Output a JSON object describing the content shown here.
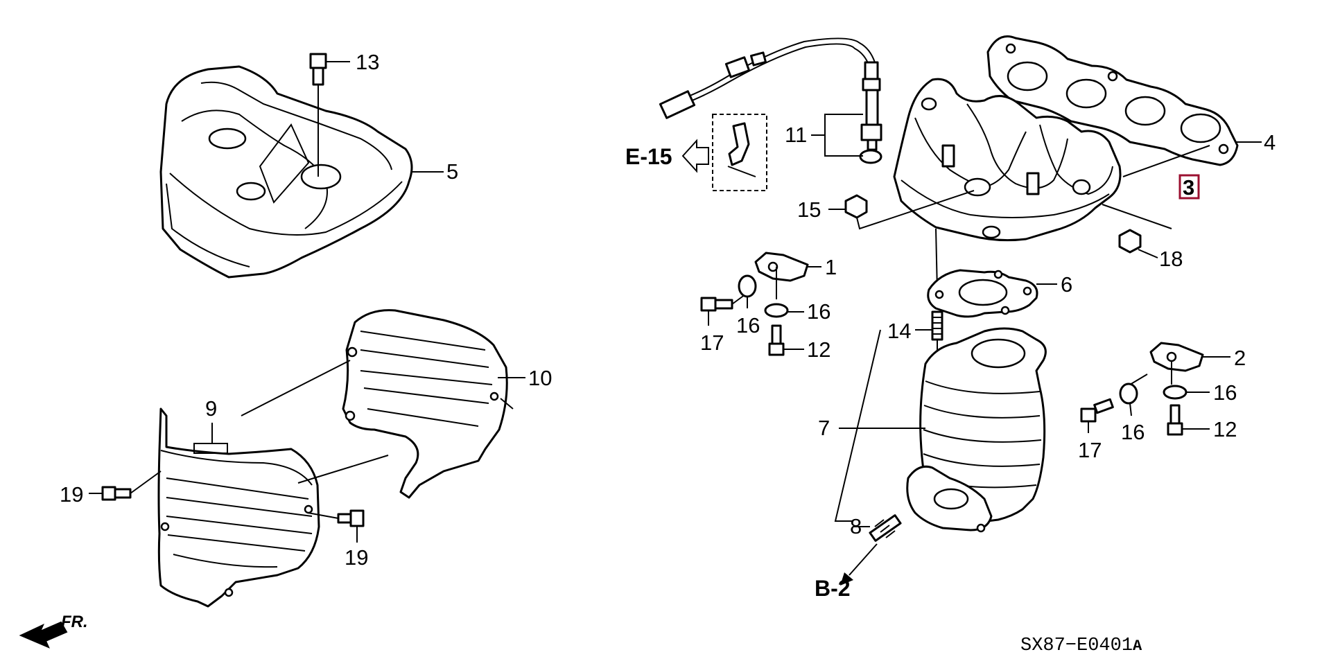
{
  "diagram": {
    "part_numbers": {
      "p1": "1",
      "p2": "2",
      "p3": "3",
      "p4": "4",
      "p5": "5",
      "p6": "6",
      "p7": "7",
      "p8": "8",
      "p9": "9",
      "p10": "10",
      "p11": "11",
      "p12a": "12",
      "p12b": "12",
      "p13": "13",
      "p14": "14",
      "p15": "15",
      "p16a": "16",
      "p16b": "16",
      "p16c": "16",
      "p16d": "16",
      "p17a": "17",
      "p17b": "17",
      "p18": "18",
      "p19a": "19",
      "p19b": "19"
    },
    "references": {
      "e15": "E-15",
      "b2": "B-2"
    },
    "direction_label": "FR.",
    "diagram_code": "SX87−E0401",
    "diagram_code_suffix": "A",
    "highlight_color": "#9b1030"
  }
}
